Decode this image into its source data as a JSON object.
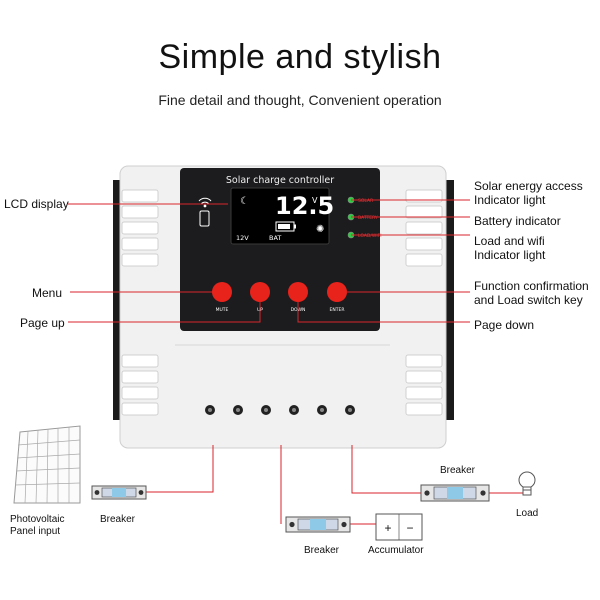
{
  "header": {
    "title": "Simple and  stylish",
    "subtitle": "Fine detail and thought, Convenient operation"
  },
  "device": {
    "panel_title": "Solar charge controller",
    "lcd_value": "12.5",
    "lcd_unit": "V",
    "lcd_system_voltage": "12V",
    "lcd_bat_label": "BAT",
    "indicator_labels": [
      "SOLAR",
      "BATTERY",
      "LOAD/WIFI"
    ],
    "indicator_colors": [
      "#2ecc40",
      "#2ecc40",
      "#2ecc40"
    ],
    "buttons": [
      "MUTE",
      "UP",
      "DOWN",
      "ENTER"
    ],
    "button_color": "#e8231c",
    "body_color": "#f2f2f2",
    "panel_color": "#1c1c1e"
  },
  "callouts": {
    "lcd_display": "LCD display",
    "solar_access": [
      "Solar energy access",
      "Indicator light"
    ],
    "battery_indicator": "Battery indicator",
    "load_wifi": [
      "Load and wifi",
      "Indicator light"
    ],
    "menu": "Menu",
    "function_confirm": [
      "Function confirmation",
      "and Load switch key"
    ],
    "page_up": "Page up",
    "page_down": "Page down"
  },
  "wiring": {
    "pv_label": [
      "Photovoltaic",
      "Panel input"
    ],
    "breaker_pv": "Breaker",
    "breaker_battery": "Breaker",
    "accumulator": "Accumulator",
    "breaker_load": "Breaker",
    "load": "Load",
    "battery_plus": "+",
    "battery_minus": "−",
    "line_color": "#d9262c"
  }
}
